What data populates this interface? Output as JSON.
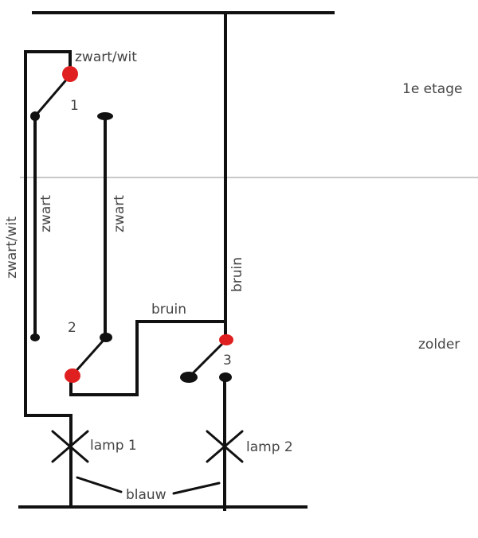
{
  "floors": {
    "upper": "1e etage",
    "lower": "zolder"
  },
  "switches": {
    "s1": "1",
    "s2": "2",
    "s3": "3"
  },
  "wires": {
    "zwart_wit_top": "zwart/wit",
    "zwart_wit_left": "zwart/wit",
    "zwart_a": "zwart",
    "zwart_b": "zwart",
    "bruin_h": "bruin",
    "bruin_v": "bruin",
    "blauw": "blauw"
  },
  "lamps": {
    "lamp1": "lamp 1",
    "lamp2": "lamp 2"
  },
  "colors": {
    "wire": "#111111",
    "terminal_active": "#e02020",
    "terminal": "#111111",
    "floor_line": "#c8c8c8",
    "text": "#444444"
  }
}
